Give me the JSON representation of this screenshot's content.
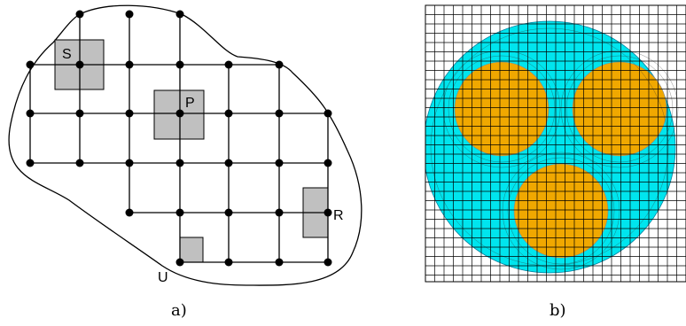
{
  "panel_a": {
    "caption": "a)",
    "labels": {
      "s": "S",
      "p": "P",
      "r": "R",
      "u": "U"
    },
    "colors": {
      "fill": "#c0c0c0",
      "line": "#000000"
    }
  },
  "panel_b": {
    "caption": "b)",
    "colors": {
      "domain_fill": "#00e5ee",
      "inclusion_fill": "#f0a800",
      "grid_line": "#000000"
    }
  }
}
